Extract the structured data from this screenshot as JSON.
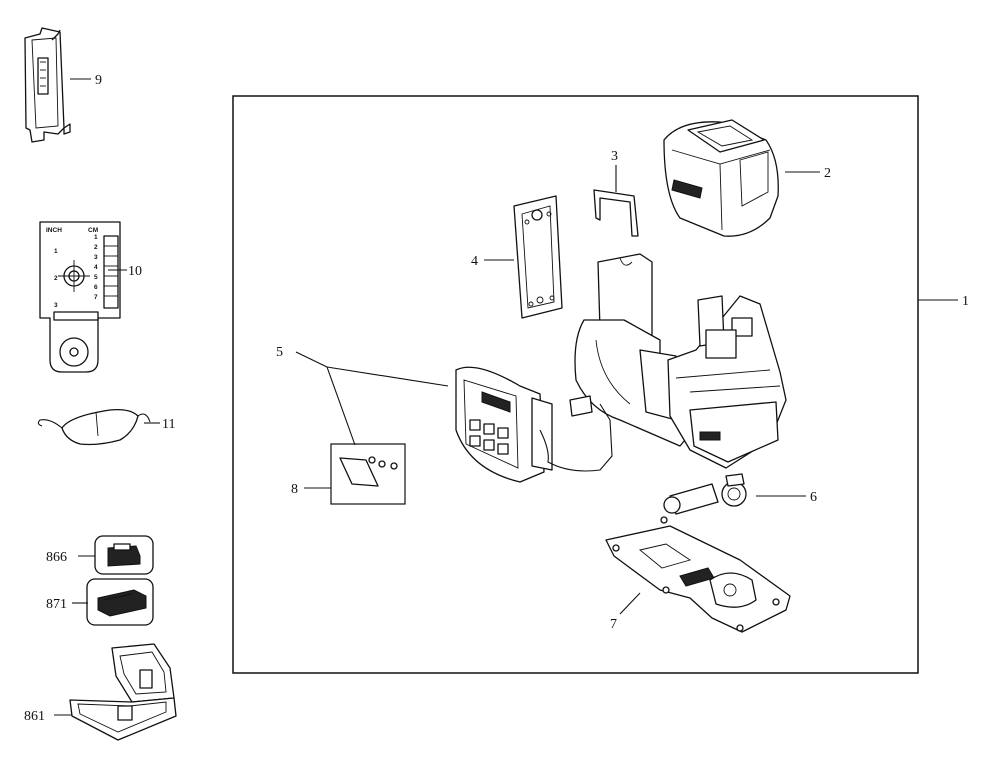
{
  "callouts": {
    "c1": "1",
    "c2": "2",
    "c3": "3",
    "c4": "4",
    "c5": "5",
    "c6": "6",
    "c7": "7",
    "c8": "8",
    "c9": "9",
    "c10": "10",
    "c11": "11",
    "c861": "861",
    "c866": "866",
    "c871": "871"
  },
  "target_card": {
    "inch_label": "INCH",
    "cm_label": "CM",
    "cm_marks": [
      "1",
      "2",
      "3",
      "4",
      "5",
      "6",
      "7"
    ],
    "inch_marks": [
      "1",
      "2",
      "3"
    ]
  }
}
